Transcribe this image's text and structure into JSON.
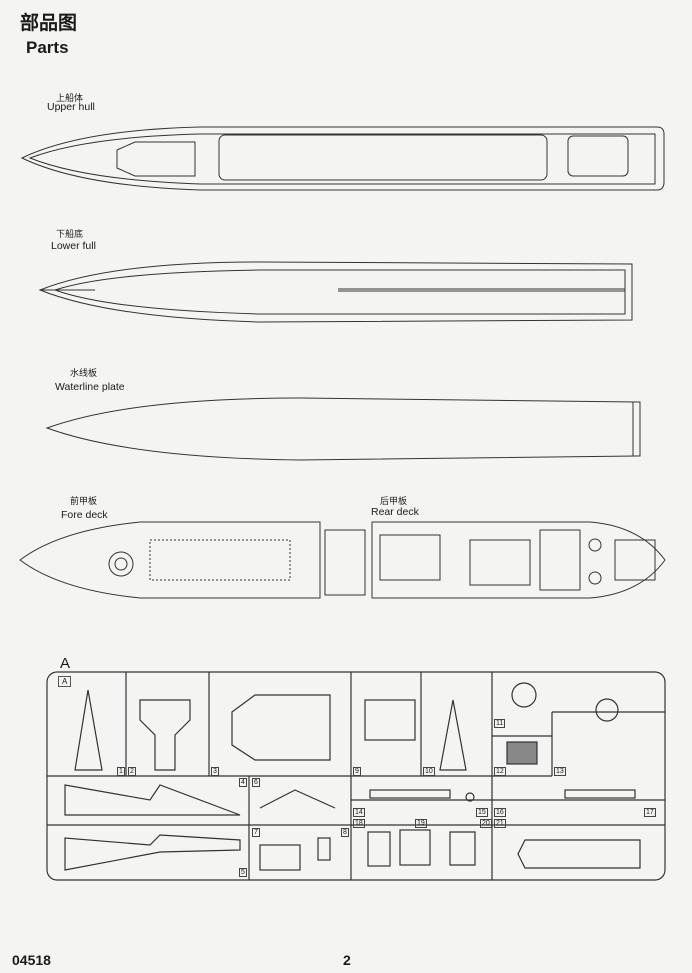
{
  "header": {
    "title_cn": "部品图",
    "title_en": "Parts"
  },
  "parts": [
    {
      "label_cn": "上船体",
      "label_en": "Upper hull"
    },
    {
      "label_cn": "下船底",
      "label_en": "Lower full"
    },
    {
      "label_cn": "水线板",
      "label_en": "Waterline plate"
    },
    {
      "label_cn": "前甲板",
      "label_en": "Fore deck"
    },
    {
      "label_cn": "后甲板",
      "label_en": "Rear deck"
    }
  ],
  "sprue": {
    "name": "A",
    "tag": "A",
    "part_numbers": [
      "1",
      "2",
      "3",
      "9",
      "10",
      "11",
      "12",
      "13",
      "4",
      "6",
      "14",
      "15",
      "16",
      "17",
      "7",
      "8",
      "18",
      "19",
      "20",
      "21",
      "5"
    ]
  },
  "footer": {
    "code": "04518",
    "page": "2"
  }
}
